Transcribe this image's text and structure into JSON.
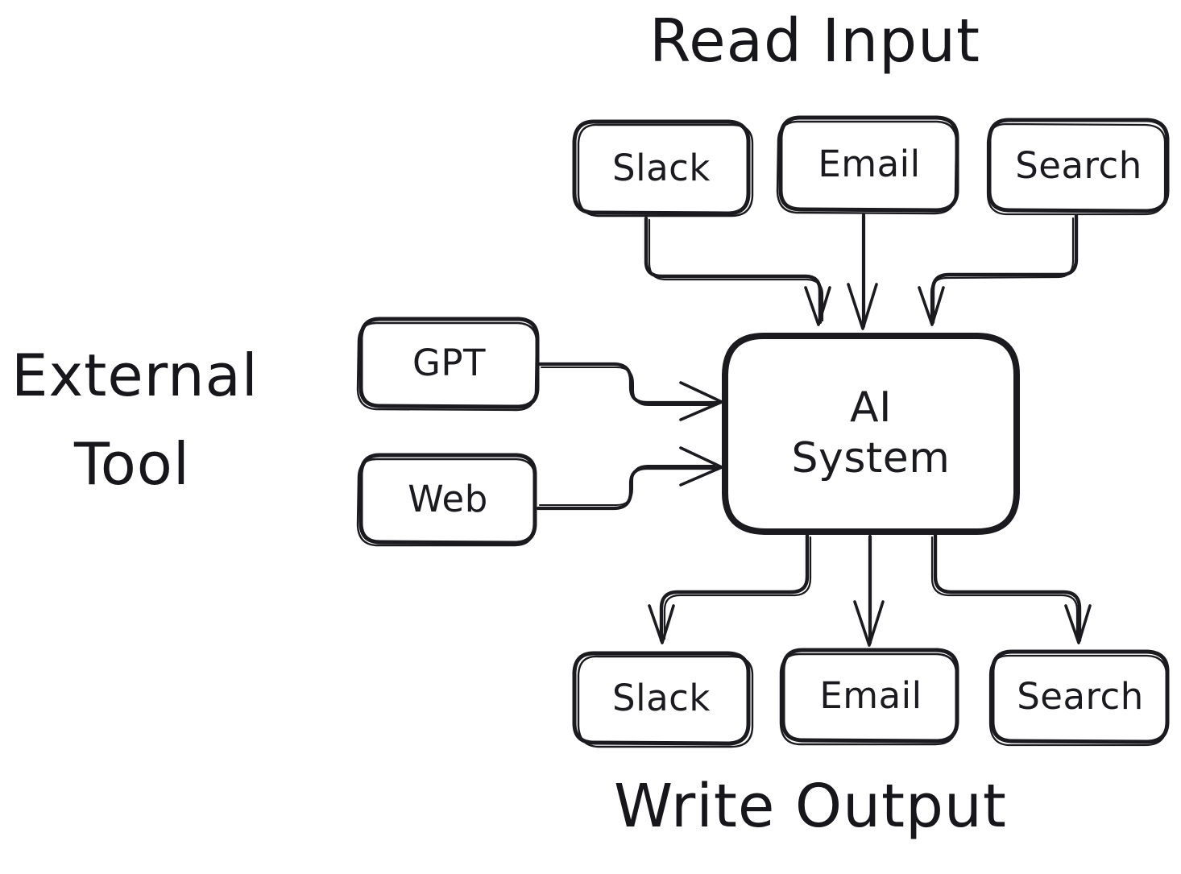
{
  "diagram": {
    "title_read_input": "Read Input",
    "title_write_output": "Write Output",
    "title_external_line1": "External",
    "title_external_line2": "Tool",
    "ink_color": "#1b1b1f",
    "background_color": "#ffffff",
    "center": {
      "line1": "AI",
      "line2": "System"
    },
    "inputs": [
      {
        "label": "Slack"
      },
      {
        "label": "Email"
      },
      {
        "label": "Search"
      }
    ],
    "tools": [
      {
        "label": "GPT"
      },
      {
        "label": "Web"
      }
    ],
    "outputs": [
      {
        "label": "Slack"
      },
      {
        "label": "Email"
      },
      {
        "label": "Search"
      }
    ]
  }
}
